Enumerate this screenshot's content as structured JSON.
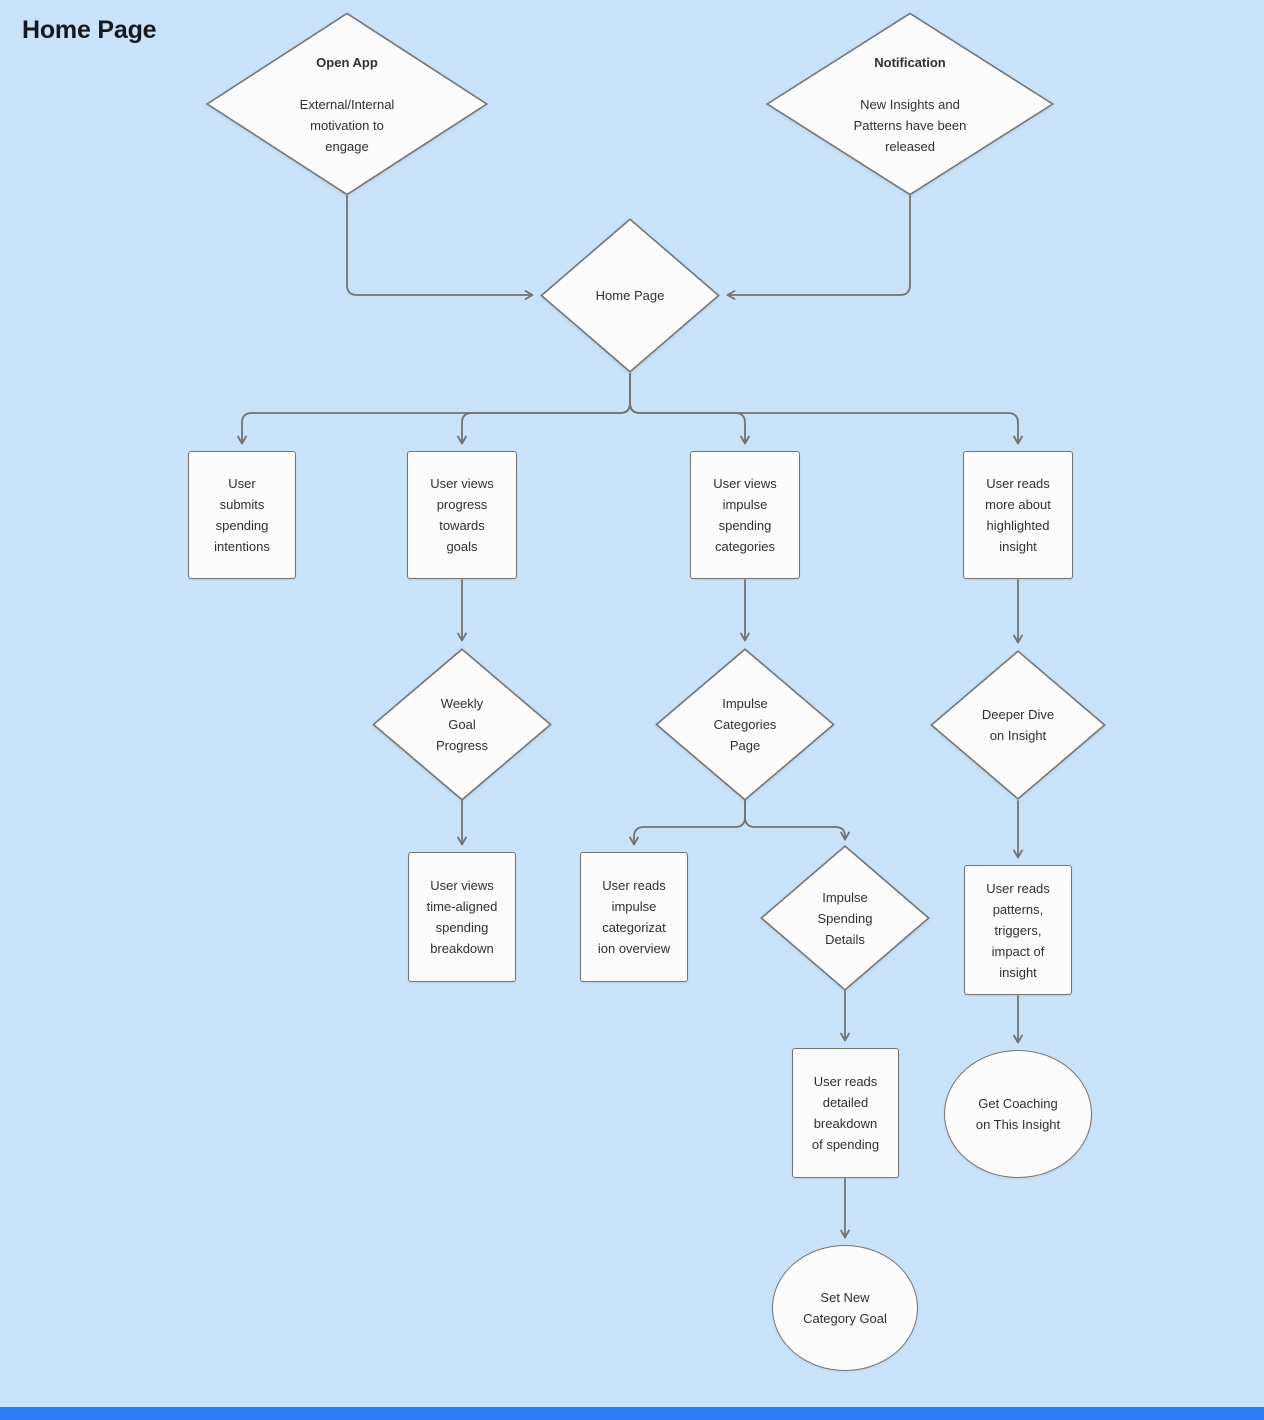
{
  "page": {
    "title": "Home Page"
  },
  "colors": {
    "background": "#c9e3fb",
    "node_fill": "#fcfcfc",
    "node_stroke": "#757575",
    "connector": "#737373",
    "text": "#2f2f2f",
    "bottom_bar": "#2e7cf6"
  },
  "nodes": {
    "open_app": {
      "title": "Open App",
      "body": "External/Internal\nmotivation to\nengage"
    },
    "notification": {
      "title": "Notification",
      "body": "New Insights and\nPatterns have been\nreleased"
    },
    "home_page": {
      "label": "Home Page"
    },
    "submit_intentions": {
      "label": "User\nsubmits\nspending\nintentions"
    },
    "views_progress": {
      "label": "User views\nprogress\ntowards\ngoals"
    },
    "views_impulse": {
      "label": "User views\nimpulse\nspending\ncategories"
    },
    "reads_insight": {
      "label": "User reads\nmore about\nhighlighted\ninsight"
    },
    "weekly_goal": {
      "label": "Weekly\nGoal\nProgress"
    },
    "time_aligned": {
      "label": "User views\ntime-aligned\nspending\nbreakdown"
    },
    "impulse_categories": {
      "label": "Impulse\nCategories\nPage"
    },
    "categorization_overview": {
      "label": "User reads\nimpulse\ncategorizat\nion overview"
    },
    "impulse_details": {
      "label": "Impulse\nSpending\nDetails"
    },
    "detailed_breakdown": {
      "label": "User reads\ndetailed\nbreakdown\nof spending"
    },
    "set_new_goal": {
      "label": "Set New\nCategory Goal"
    },
    "deeper_dive": {
      "label": "Deeper Dive\non Insight"
    },
    "reads_patterns": {
      "label": "User reads\npatterns,\ntriggers,\nimpact of\ninsight"
    },
    "get_coaching": {
      "label": "Get Coaching\non This Insight"
    }
  }
}
